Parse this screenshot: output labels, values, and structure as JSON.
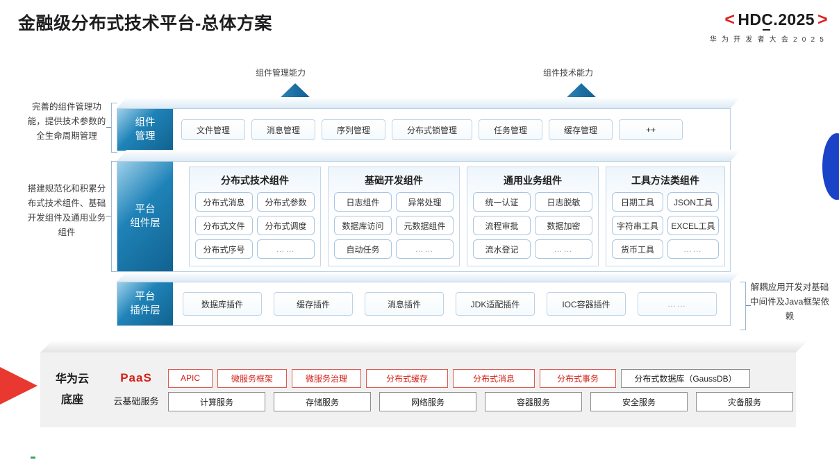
{
  "header": {
    "title": "金融级分布式技术平台-总体方案",
    "logo": {
      "left_bracket": "<",
      "text": "HDC.2025",
      "right_bracket": ">",
      "subtitle": "华 为 开 发 者 大 会 2 0 2 5",
      "bracket_color": "#e02020"
    }
  },
  "arrows": [
    {
      "label": "组件管理能力"
    },
    {
      "label": "组件技术能力"
    }
  ],
  "side_notes": {
    "left": [
      "完善的组件管理功能，提供技术参数的全生命周期管理",
      "搭建规范化和积累分布式技术组件、基础开发组件及通用业务组件"
    ],
    "right": [
      "解耦应用开发对基础中间件及Java框架依赖"
    ]
  },
  "rows": {
    "component_management": {
      "label_line1": "组件",
      "label_line2": "管理",
      "chips": [
        "文件管理",
        "消息管理",
        "序列管理",
        "分布式锁管理",
        "任务管理",
        "缓存管理",
        "++"
      ]
    },
    "platform_component_layer": {
      "label_line1": "平台",
      "label_line2": "组件层",
      "groups": [
        {
          "title": "分布式技术组件",
          "items": [
            "分布式消息",
            "分布式参数",
            "分布式文件",
            "分布式调度",
            "分布式序号",
            "……"
          ]
        },
        {
          "title": "基础开发组件",
          "items": [
            "日志组件",
            "异常处理",
            "数据库访问",
            "元数据组件",
            "自动任务",
            "……"
          ]
        },
        {
          "title": "通用业务组件",
          "items": [
            "统一认证",
            "日志脱敏",
            "流程审批",
            "数据加密",
            "流水登记",
            "……"
          ]
        },
        {
          "title": "工具方法类组件",
          "items": [
            "日期工具",
            "JSON工具",
            "字符串工具",
            "EXCEL工具",
            "货币工具",
            "……"
          ]
        }
      ]
    },
    "platform_plugin_layer": {
      "label_line1": "平台",
      "label_line2": "插件层",
      "chips": [
        "数据库插件",
        "缓存插件",
        "消息插件",
        "JDK适配插件",
        "IOC容器插件",
        "……"
      ]
    }
  },
  "base": {
    "left_line1": "华为云",
    "left_line2": "底座",
    "paas_label": "PaaS",
    "cloud_label": "云基础服务",
    "paas_items": [
      {
        "text": "APIC",
        "style": "red"
      },
      {
        "text": "微服务框架",
        "style": "red"
      },
      {
        "text": "微服务治理",
        "style": "red"
      },
      {
        "text": "分布式缓存",
        "style": "red"
      },
      {
        "text": "分布式消息",
        "style": "red"
      },
      {
        "text": "分布式事务",
        "style": "red"
      },
      {
        "text": "分布式数据库（GaussDB）",
        "style": "gray"
      }
    ],
    "cloud_items": [
      "计算服务",
      "存储服务",
      "网络服务",
      "容器服务",
      "安全服务",
      "灾备服务"
    ]
  },
  "colors": {
    "accent_red": "#d32015",
    "accent_blue": "#1f83b8",
    "panel_border": "#b9cfe3"
  }
}
